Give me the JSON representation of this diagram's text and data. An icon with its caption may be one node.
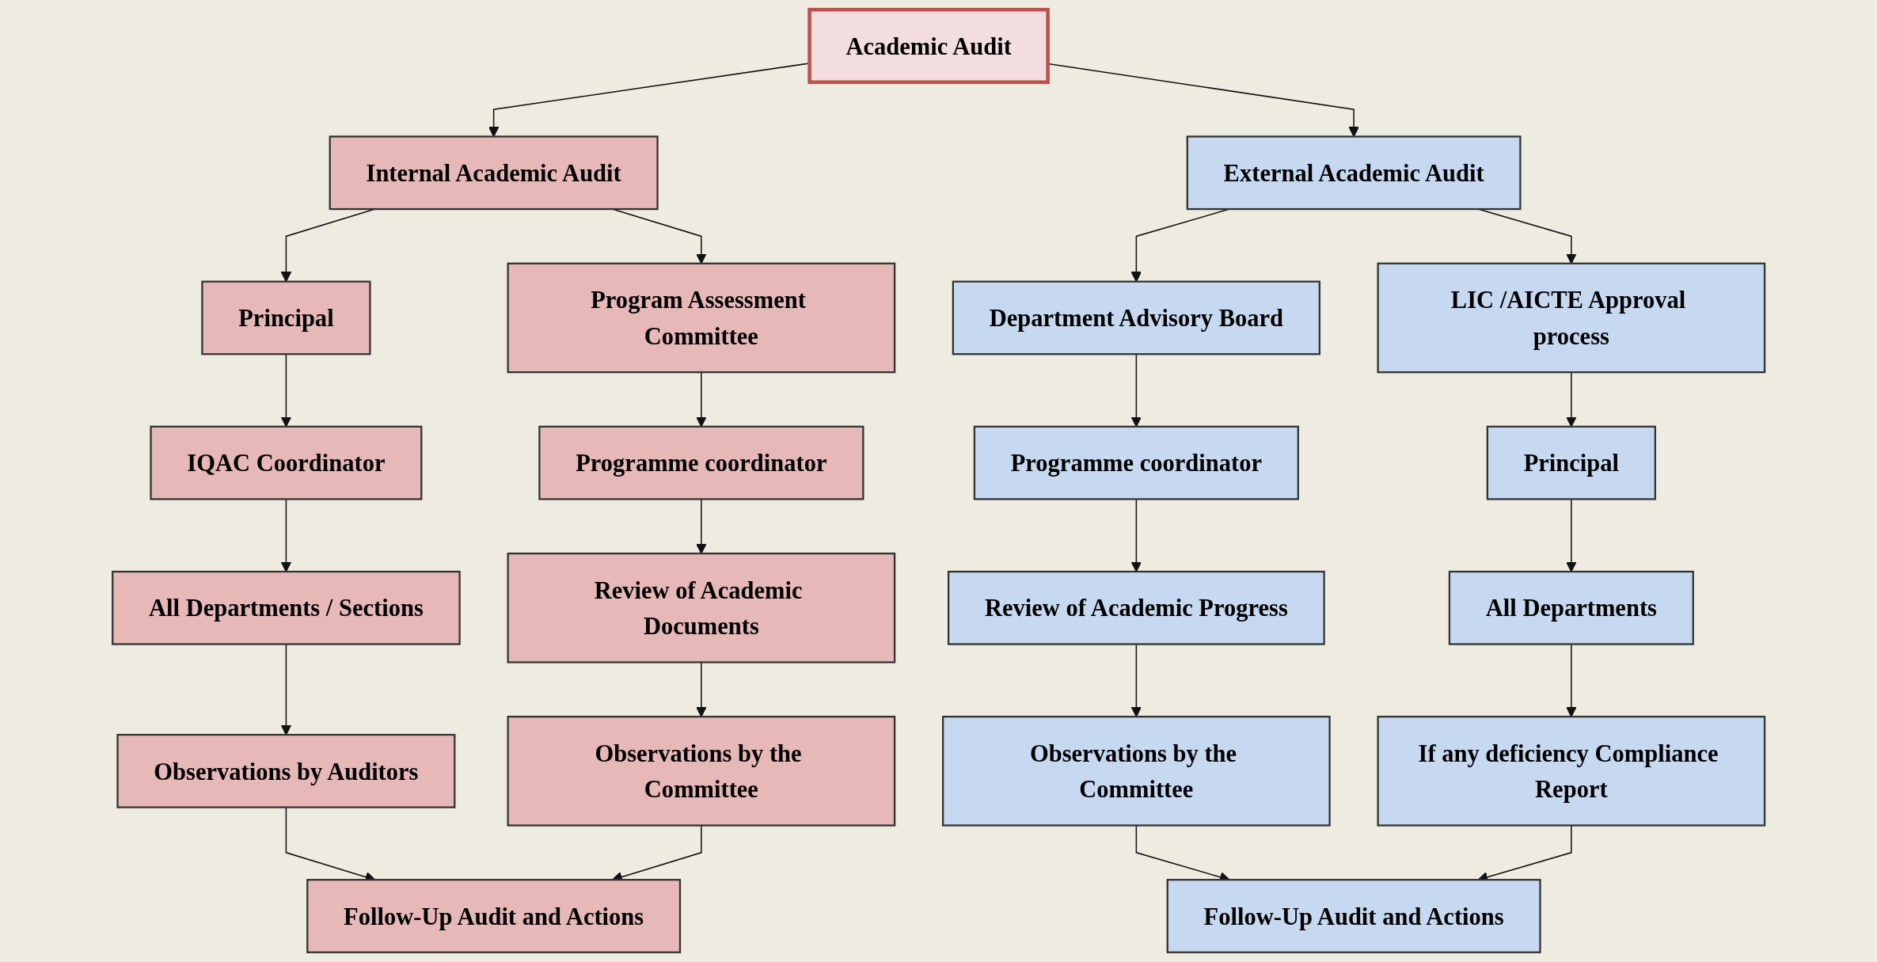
{
  "diagram": {
    "nodes": [
      {
        "text": [
          "Academic Audit"
        ]
      },
      {
        "text": [
          "Internal Academic Audit"
        ]
      },
      {
        "text": [
          "External Academic Audit"
        ]
      },
      {
        "text": [
          "Principal"
        ]
      },
      {
        "text": [
          "Program Assessment Committee"
        ]
      },
      {
        "text": [
          "IQAC Coordinator"
        ]
      },
      {
        "text": [
          "Programme coordinator"
        ]
      },
      {
        "text": [
          "All Departments / Sections"
        ]
      },
      {
        "text": [
          "Review of Academic Documents"
        ]
      },
      {
        "text": [
          "Observations by Auditors"
        ]
      },
      {
        "text": [
          "Observations by the Committee"
        ]
      },
      {
        "text": [
          "Follow-Up Audit and Actions"
        ]
      },
      {
        "text": [
          "Department Advisory Board"
        ]
      },
      {
        "text": [
          "LIC /AICTE Approval process"
        ]
      },
      {
        "text": [
          "Programme coordinator"
        ]
      },
      {
        "text": [
          "Principal"
        ]
      },
      {
        "text": [
          "Review of Academic Progress"
        ]
      },
      {
        "text": [
          "All Departments"
        ]
      },
      {
        "text": [
          "Observations by the Committee"
        ]
      },
      {
        "text": [
          "If any deficiency Compliance Report"
        ]
      },
      {
        "text": [
          "Follow-Up Audit and Actions"
        ]
      }
    ],
    "edges": [
      {
        "from": 0,
        "to": 1,
        "arrow": "to"
      },
      {
        "from": 0,
        "to": 2,
        "arrow": "to"
      },
      {
        "from": 1,
        "to": 3,
        "arrow": "to"
      },
      {
        "from": 1,
        "to": 4,
        "arrow": "to"
      },
      {
        "from": 3,
        "to": 5,
        "arrow": "to"
      },
      {
        "from": 5,
        "to": 7,
        "arrow": "to"
      },
      {
        "from": 7,
        "to": 9,
        "arrow": "to"
      },
      {
        "from": 9,
        "to": 11,
        "arrow": "to"
      },
      {
        "from": 4,
        "to": 6,
        "arrow": "to"
      },
      {
        "from": 6,
        "to": 8,
        "arrow": "to"
      },
      {
        "from": 8,
        "to": 10,
        "arrow": "to"
      },
      {
        "from": 10,
        "to": 11,
        "arrow": "to"
      },
      {
        "from": 2,
        "to": 12,
        "arrow": "to"
      },
      {
        "from": 2,
        "to": 13,
        "arrow": "to"
      },
      {
        "from": 12,
        "to": 14,
        "arrow": "to"
      },
      {
        "from": 14,
        "to": 16,
        "arrow": "to"
      },
      {
        "from": 16,
        "to": 18,
        "arrow": "to"
      },
      {
        "from": 18,
        "to": 20,
        "arrow": "to"
      },
      {
        "from": 13,
        "to": 15,
        "arrow": "to"
      },
      {
        "from": 15,
        "to": 17,
        "arrow": "to"
      },
      {
        "from": 17,
        "to": 19,
        "arrow": "to"
      },
      {
        "from": 19,
        "to": 20,
        "arrow": "to"
      }
    ]
  }
}
